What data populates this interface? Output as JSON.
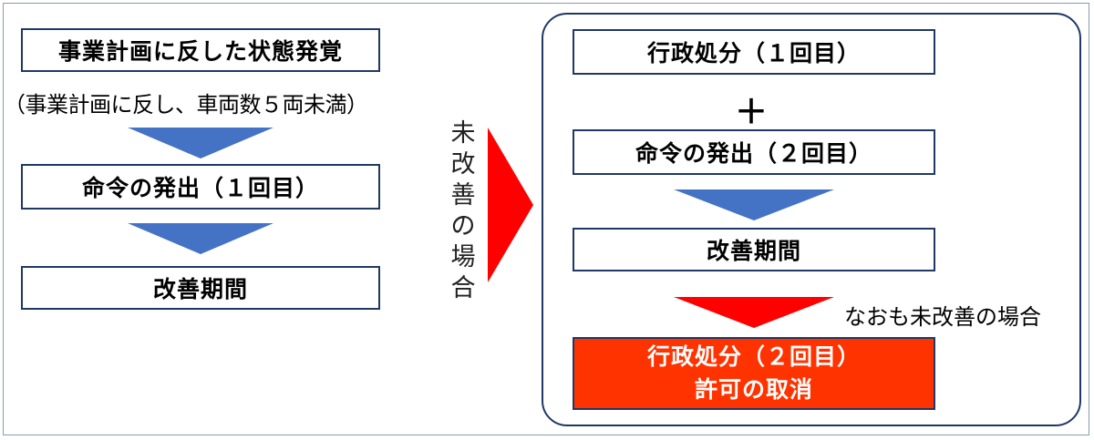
{
  "left": {
    "box1": "事業計画に反した状態発覚",
    "note": "（事業計画に反し、車両数５両未満）",
    "box2": "命令の発出（１回目）",
    "box3": "改善期間"
  },
  "middle": {
    "condition_chars": [
      "未",
      "改",
      "善",
      "の",
      "場",
      "合"
    ]
  },
  "right": {
    "box1": "行政処分（１回目）",
    "plus": "＋",
    "box2": "命令の発出（２回目）",
    "box3": "改善期間",
    "note": "なおも未改善の場合",
    "final_line1": "行政処分（２回目）",
    "final_line2": "許可の取消"
  },
  "colors": {
    "border": "#1f3864",
    "blue_arrow": "#4472c4",
    "red_arrow": "#ff0000",
    "final_box": "#ff3300"
  }
}
